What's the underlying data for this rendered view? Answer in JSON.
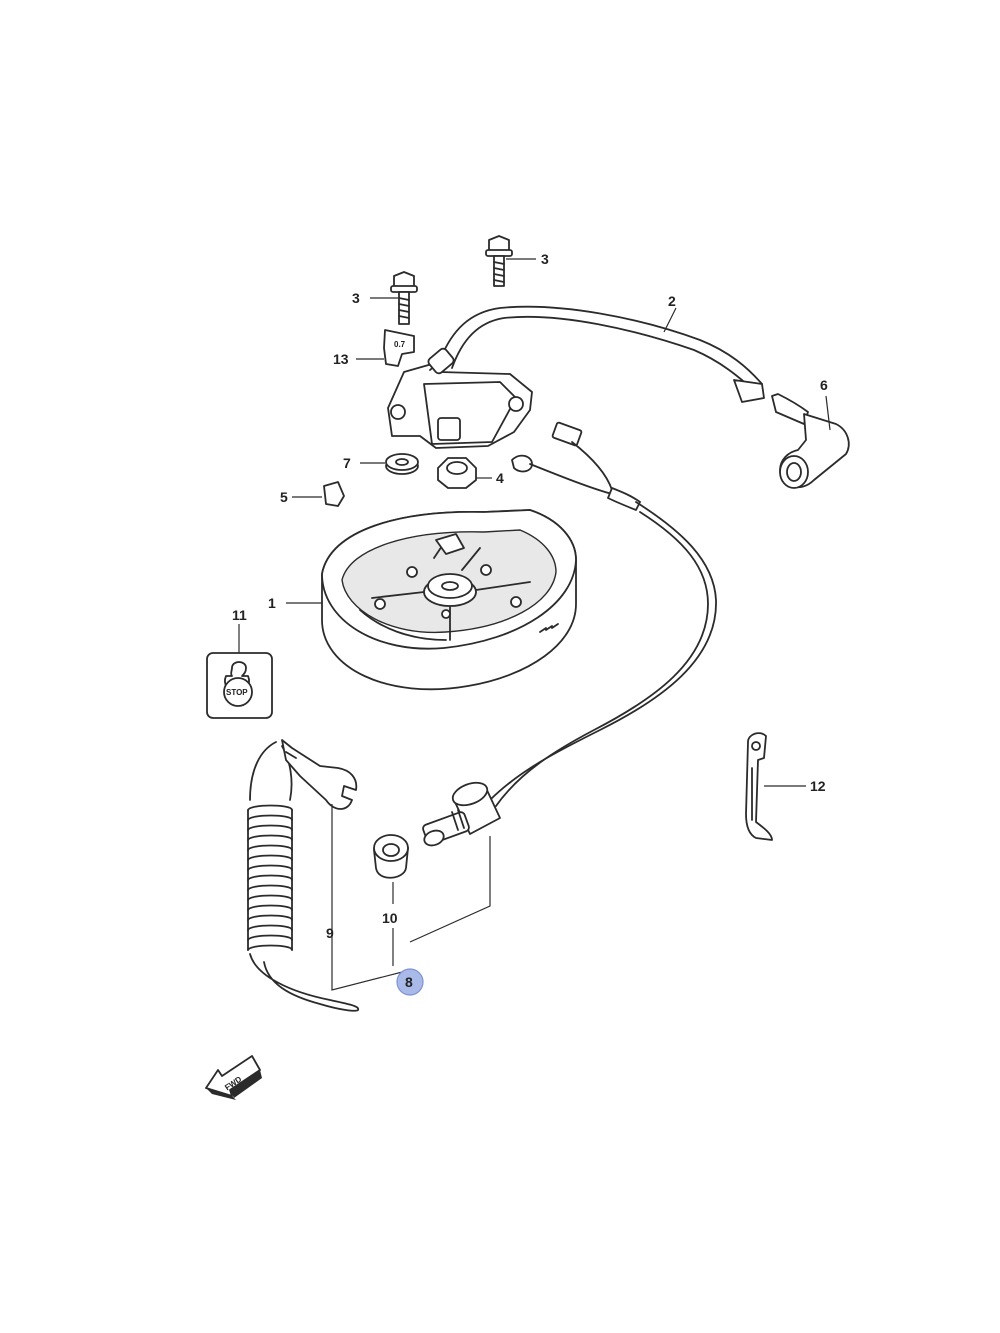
{
  "callouts": {
    "p1": "1",
    "p2": "2",
    "p3a": "3",
    "p3b": "3",
    "p4": "4",
    "p5": "5",
    "p6": "6",
    "p7": "7",
    "p8": "8",
    "p9": "9",
    "p10": "10",
    "p11": "11",
    "p12": "12",
    "p13": "13"
  },
  "labels": {
    "stop_decal": "STOP",
    "fwd_arrow": "FWD",
    "bracket_mark": "0.7"
  },
  "highlighted_callout": "8",
  "colors": {
    "line": "#2b2b2b",
    "highlight": "#a9b9e8"
  }
}
